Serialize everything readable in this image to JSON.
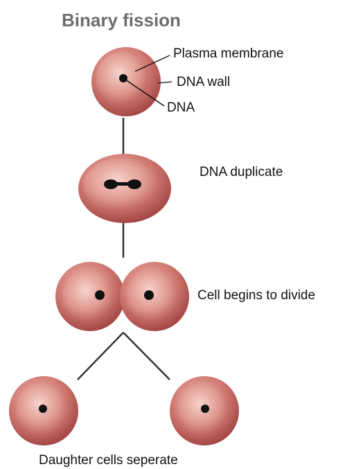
{
  "title": "Binary fission",
  "labels": {
    "plasma_membrane": "Plasma membrane",
    "dna_wall": "DNA wall",
    "dna": "DNA",
    "dna_duplicate": "DNA duplicate",
    "cell_divide": "Cell begins to divide",
    "daughter_cells": "Daughter cells seperate"
  },
  "colors": {
    "cell_outer": "#b0504f",
    "cell_inner": "#d98c85",
    "nucleus": "#111111",
    "connector": "#333333"
  }
}
